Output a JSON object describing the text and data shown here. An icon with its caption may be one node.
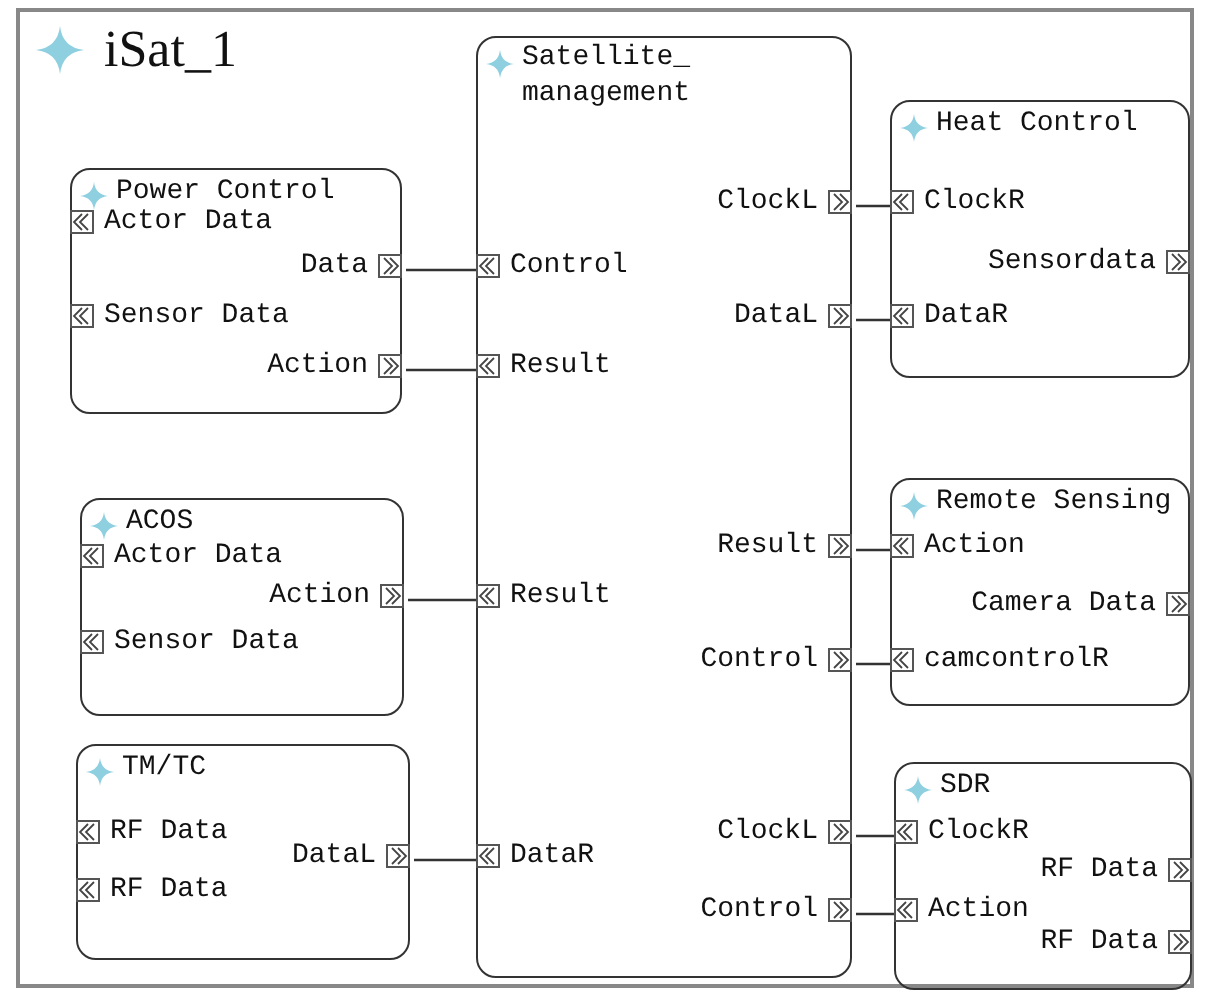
{
  "diagram": {
    "nodes": [
      {
        "text": [
          "iSat_1"
        ]
      },
      {
        "text": [
          "Power Control"
        ],
        "in": 0
      },
      {
        "text": [
          "Actor Data"
        ],
        "in": 1
      },
      {
        "text": [
          "Data"
        ],
        "in": 1
      },
      {
        "text": [
          "Sensor Data"
        ],
        "in": 1
      },
      {
        "text": [
          "Action"
        ],
        "in": 1
      },
      {
        "text": [
          "Satellite_management"
        ],
        "in": 0
      },
      {
        "text": [
          "Control"
        ],
        "in": 6
      },
      {
        "text": [
          "Result"
        ],
        "in": 6
      },
      {
        "text": [
          "Result"
        ],
        "in": 6
      },
      {
        "text": [
          "DataR"
        ],
        "in": 6
      },
      {
        "text": [
          "ClockL"
        ],
        "in": 6
      },
      {
        "text": [
          "DataL"
        ],
        "in": 6
      },
      {
        "text": [
          "Result"
        ],
        "in": 6
      },
      {
        "text": [
          "Control"
        ],
        "in": 6
      },
      {
        "text": [
          "ClockL"
        ],
        "in": 6
      },
      {
        "text": [
          "Control"
        ],
        "in": 6
      },
      {
        "text": [
          "Heat Control"
        ],
        "in": 0
      },
      {
        "text": [
          "ClockR"
        ],
        "in": 17
      },
      {
        "text": [
          "Sensordata"
        ],
        "in": 17
      },
      {
        "text": [
          "DataR"
        ],
        "in": 17
      },
      {
        "text": [
          "ACOS"
        ],
        "in": 0
      },
      {
        "text": [
          "Actor Data"
        ],
        "in": 21
      },
      {
        "text": [
          "Action"
        ],
        "in": 21
      },
      {
        "text": [
          "Sensor Data"
        ],
        "in": 21
      },
      {
        "text": [
          "Remote Sensing"
        ],
        "in": 0
      },
      {
        "text": [
          "Action"
        ],
        "in": 25
      },
      {
        "text": [
          "Camera Data"
        ],
        "in": 25
      },
      {
        "text": [
          "camcontrolR"
        ],
        "in": 25
      },
      {
        "text": [
          "TM/TC"
        ],
        "in": 0
      },
      {
        "text": [
          "RF Data"
        ],
        "in": 29
      },
      {
        "text": [
          "DataL"
        ],
        "in": 29
      },
      {
        "text": [
          "RF Data"
        ],
        "in": 29
      },
      {
        "text": [
          "SDR"
        ],
        "in": 0
      },
      {
        "text": [
          "ClockR"
        ],
        "in": 33
      },
      {
        "text": [
          "RF Data"
        ],
        "in": 33
      },
      {
        "text": [
          "Action"
        ],
        "in": 33
      },
      {
        "text": [
          "RF Data"
        ],
        "in": 33
      }
    ],
    "edges": [
      {
        "from": 3,
        "to": 7,
        "arrow": "to"
      },
      {
        "from": 5,
        "to": 8,
        "arrow": "to"
      },
      {
        "from": 23,
        "to": 9,
        "arrow": "to"
      },
      {
        "from": 31,
        "to": 10,
        "arrow": "to"
      },
      {
        "from": 11,
        "to": 18,
        "arrow": "to"
      },
      {
        "from": 12,
        "to": 20,
        "arrow": "to"
      },
      {
        "from": 13,
        "to": 26,
        "arrow": "to"
      },
      {
        "from": 14,
        "to": 28,
        "arrow": "to"
      },
      {
        "from": 15,
        "to": 34,
        "arrow": "to"
      },
      {
        "from": 16,
        "to": 36,
        "arrow": "to"
      }
    ]
  }
}
